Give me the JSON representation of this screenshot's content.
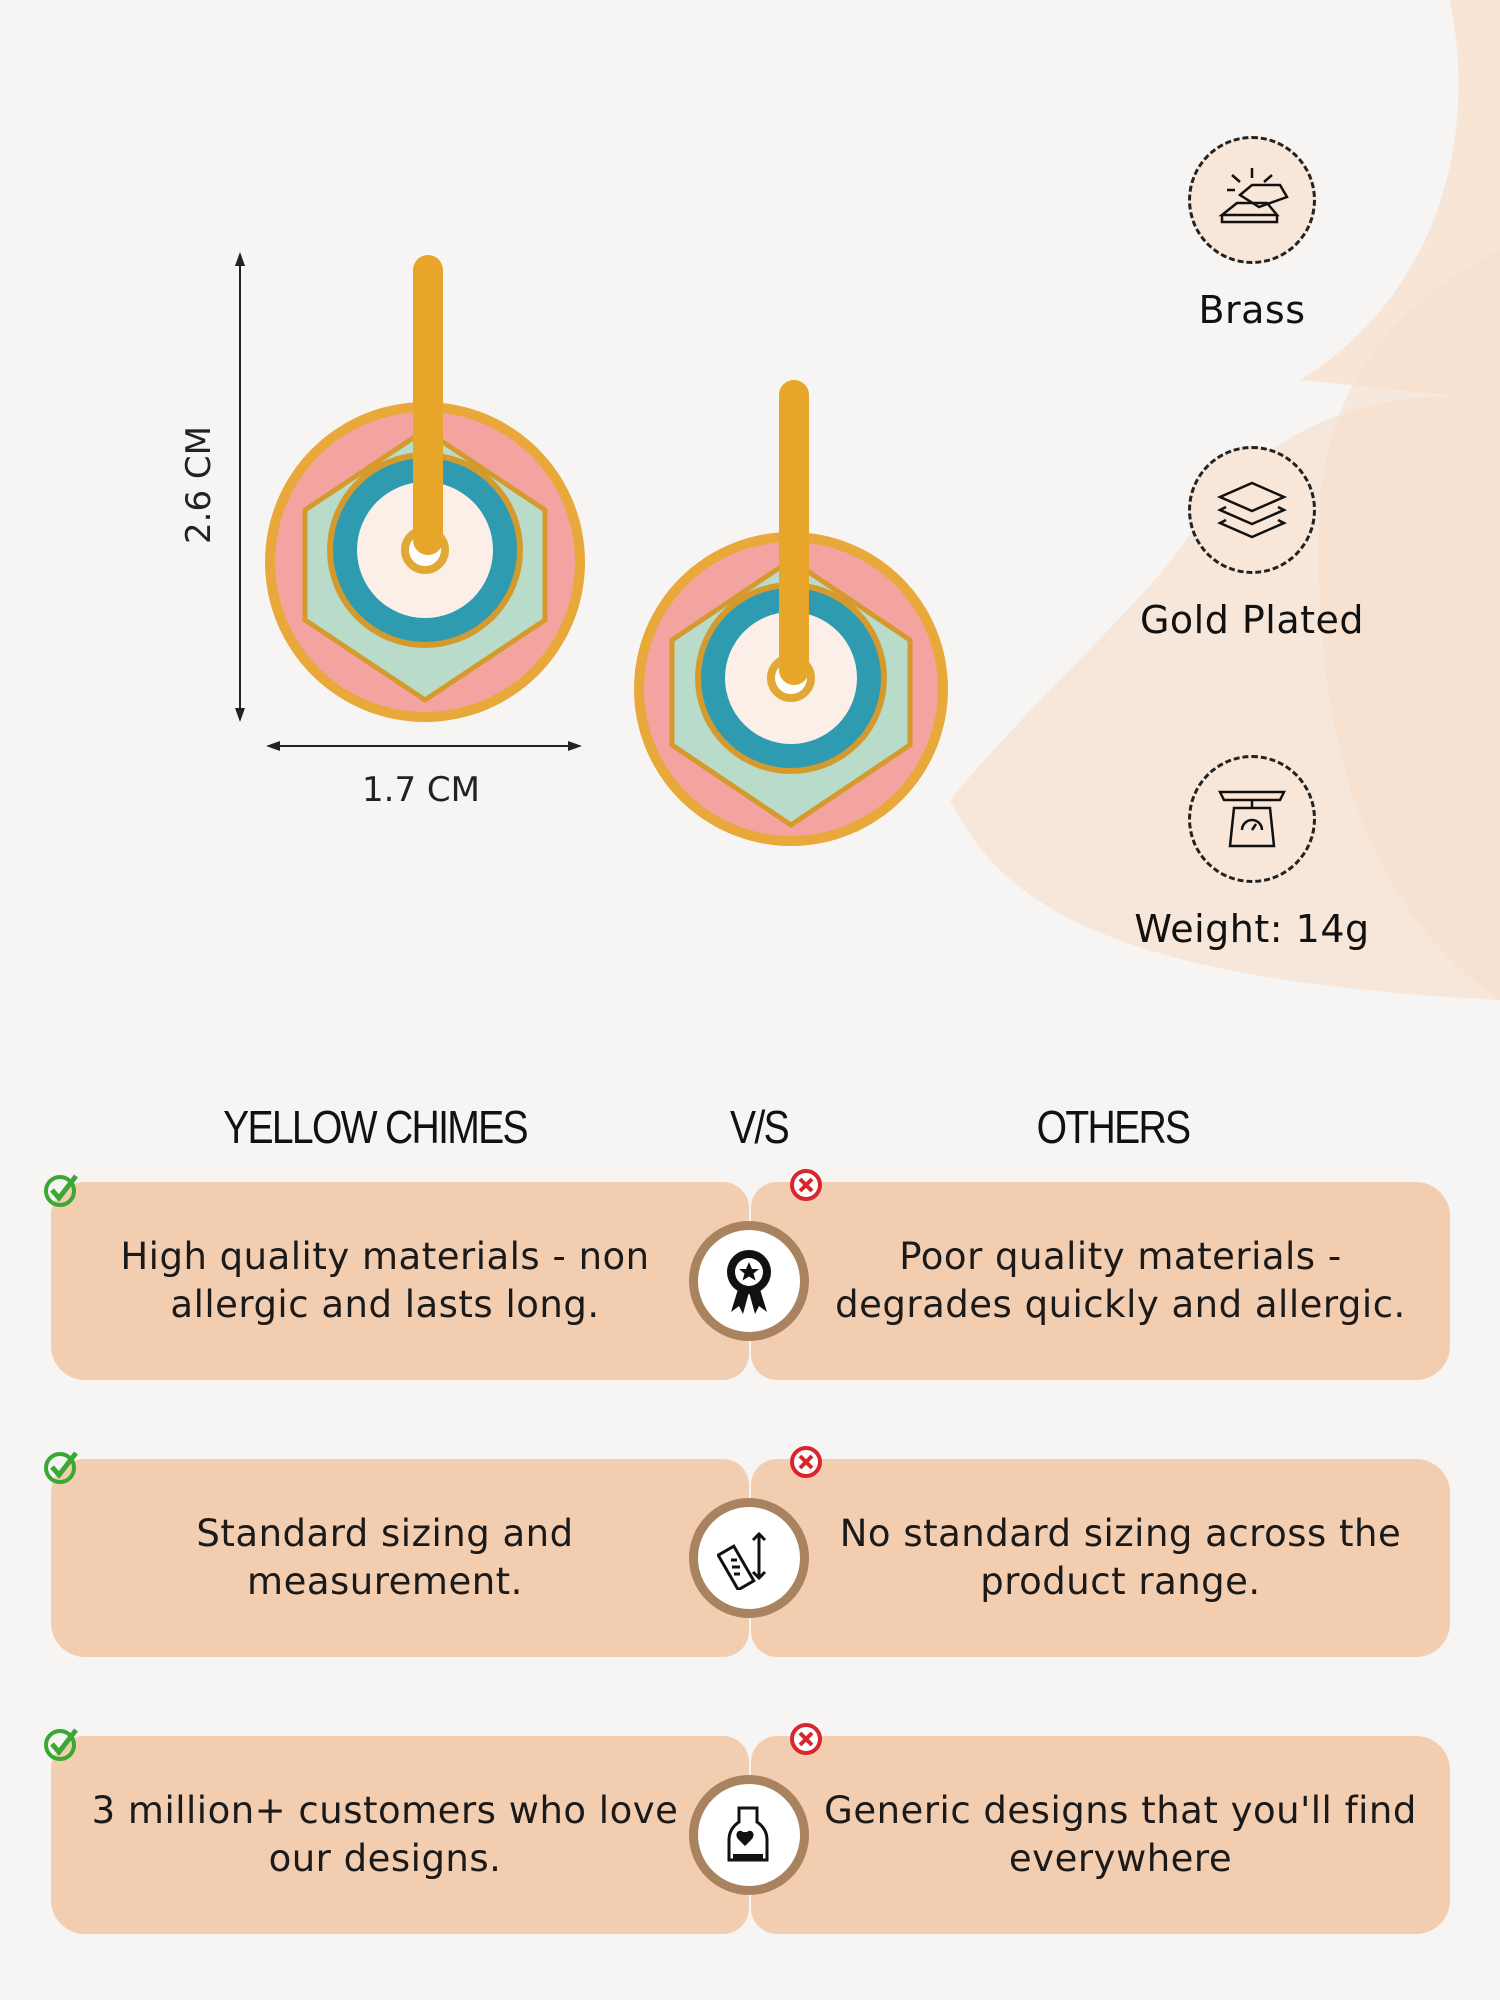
{
  "product": {
    "dimensions": {
      "height": "2.6 CM",
      "width": "1.7 CM"
    }
  },
  "features": [
    {
      "icon": "gold-bars-icon",
      "label": "Brass"
    },
    {
      "icon": "layers-icon",
      "label": "Gold Plated"
    },
    {
      "icon": "scale-icon",
      "label": "Weight: 14g"
    }
  ],
  "comparison": {
    "brand": "YELLOW CHIMES",
    "versus": "V/S",
    "others": "OTHERS",
    "rows": [
      {
        "icon": "award-badge-icon",
        "ours": "High quality materials - non allergic and lasts long.",
        "theirs": "Poor quality materials - degrades quickly and allergic."
      },
      {
        "icon": "ruler-icon",
        "ours": "Standard sizing and measurement.",
        "theirs": "No standard sizing across the product range."
      },
      {
        "icon": "customer-love-icon",
        "ours": "3 million+ customers who love our designs.",
        "theirs": "Generic designs that you'll find everywhere"
      }
    ]
  },
  "colors": {
    "card": "#f3cdb0",
    "ring": "#a98360",
    "check": "#3aa832",
    "cross": "#d8262c"
  }
}
